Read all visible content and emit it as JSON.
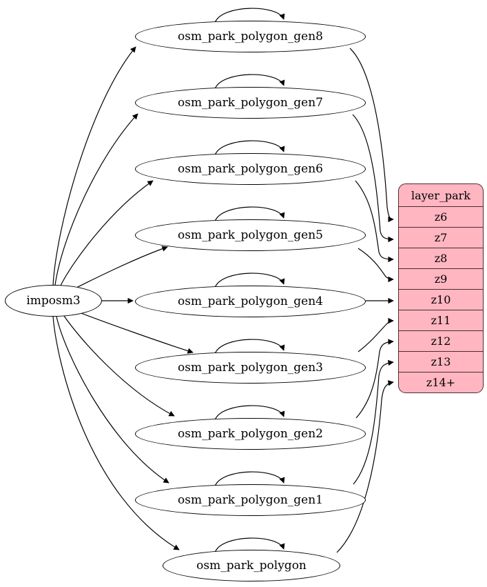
{
  "diagram": {
    "type": "directed-graph",
    "title": "",
    "source_node": {
      "id": "imposm3",
      "label": "imposm3",
      "shape": "ellipse",
      "fill": "#ffffff"
    },
    "table_node": {
      "id": "layer_park",
      "header": "layer_park",
      "shape": "record",
      "fill": "#ffb6c1",
      "border": "#4a2b30",
      "rows": [
        {
          "id": "z6",
          "label": "z6"
        },
        {
          "id": "z7",
          "label": "z7"
        },
        {
          "id": "z8",
          "label": "z8"
        },
        {
          "id": "z9",
          "label": "z9"
        },
        {
          "id": "z10",
          "label": "z10"
        },
        {
          "id": "z11",
          "label": "z11"
        },
        {
          "id": "z12",
          "label": "z12"
        },
        {
          "id": "z13",
          "label": "z13"
        },
        {
          "id": "z14p",
          "label": "z14+"
        }
      ]
    },
    "table_nodes": [
      {
        "id": "osm_park_polygon_gen8",
        "label": "osm_park_polygon_gen8",
        "shape": "ellipse",
        "self_loop": true
      },
      {
        "id": "osm_park_polygon_gen7",
        "label": "osm_park_polygon_gen7",
        "shape": "ellipse",
        "self_loop": true
      },
      {
        "id": "osm_park_polygon_gen6",
        "label": "osm_park_polygon_gen6",
        "shape": "ellipse",
        "self_loop": true
      },
      {
        "id": "osm_park_polygon_gen5",
        "label": "osm_park_polygon_gen5",
        "shape": "ellipse",
        "self_loop": true
      },
      {
        "id": "osm_park_polygon_gen4",
        "label": "osm_park_polygon_gen4",
        "shape": "ellipse",
        "self_loop": true
      },
      {
        "id": "osm_park_polygon_gen3",
        "label": "osm_park_polygon_gen3",
        "shape": "ellipse",
        "self_loop": true
      },
      {
        "id": "osm_park_polygon_gen2",
        "label": "osm_park_polygon_gen2",
        "shape": "ellipse",
        "self_loop": true
      },
      {
        "id": "osm_park_polygon_gen1",
        "label": "osm_park_polygon_gen1",
        "shape": "ellipse",
        "self_loop": true
      },
      {
        "id": "osm_park_polygon",
        "label": "osm_park_polygon",
        "shape": "ellipse",
        "self_loop": true
      }
    ],
    "edges": [
      {
        "from": "imposm3",
        "to": "osm_park_polygon_gen8"
      },
      {
        "from": "imposm3",
        "to": "osm_park_polygon_gen7"
      },
      {
        "from": "imposm3",
        "to": "osm_park_polygon_gen6"
      },
      {
        "from": "imposm3",
        "to": "osm_park_polygon_gen5"
      },
      {
        "from": "imposm3",
        "to": "osm_park_polygon_gen4"
      },
      {
        "from": "imposm3",
        "to": "osm_park_polygon_gen3"
      },
      {
        "from": "imposm3",
        "to": "osm_park_polygon_gen2"
      },
      {
        "from": "imposm3",
        "to": "osm_park_polygon_gen1"
      },
      {
        "from": "imposm3",
        "to": "osm_park_polygon"
      },
      {
        "from": "osm_park_polygon_gen8",
        "to": "layer_park:z6"
      },
      {
        "from": "osm_park_polygon_gen7",
        "to": "layer_park:z7"
      },
      {
        "from": "osm_park_polygon_gen6",
        "to": "layer_park:z8"
      },
      {
        "from": "osm_park_polygon_gen5",
        "to": "layer_park:z9"
      },
      {
        "from": "osm_park_polygon_gen4",
        "to": "layer_park:z10"
      },
      {
        "from": "osm_park_polygon_gen3",
        "to": "layer_park:z11"
      },
      {
        "from": "osm_park_polygon_gen2",
        "to": "layer_park:z12"
      },
      {
        "from": "osm_park_polygon_gen1",
        "to": "layer_park:z13"
      },
      {
        "from": "osm_park_polygon",
        "to": "layer_park:z14p"
      }
    ],
    "colors": {
      "background": "#ffffff",
      "stroke": "#000000",
      "table_fill": "#ffb6c1",
      "table_stroke": "#4a2b30"
    }
  }
}
